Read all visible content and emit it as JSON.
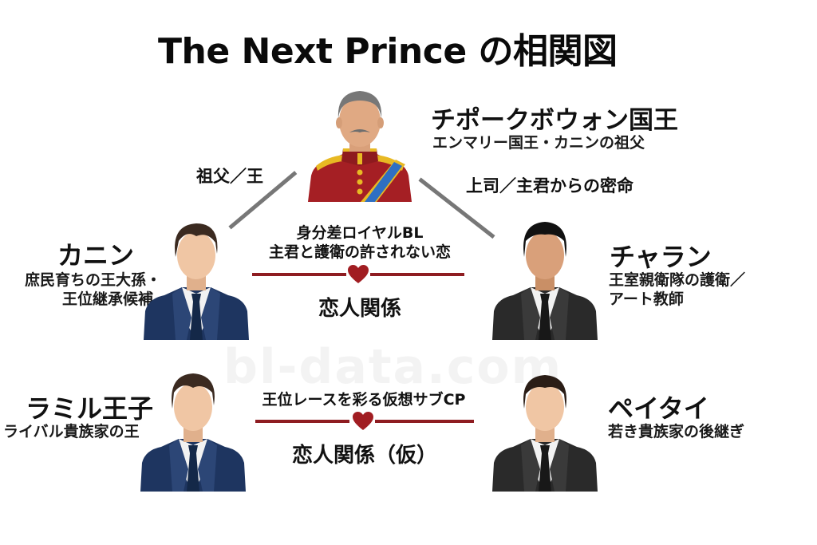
{
  "title": "The Next Prince の相関図",
  "watermark": "bl-data.com",
  "colors": {
    "relation_line": "#8e1c21",
    "heart": "#a11d22",
    "connector": "#777777",
    "navy_suit": "#1e3560",
    "black_suit": "#2a2a2a",
    "king_uniform": "#a51f24",
    "sash": "#2f6fc2",
    "gold_trim": "#e8b923"
  },
  "characters": {
    "king": {
      "name": "チポークボウォン国王",
      "description": "エンマリー国王・カニンの祖父",
      "avatar": "king-avatar"
    },
    "kanin": {
      "name": "カニン",
      "description_lines": [
        "庶民育ちの王大孫・",
        "王位継承候補"
      ],
      "avatar": "navy-suit-avatar"
    },
    "charan": {
      "name": "チャラン",
      "description_lines": [
        "王室親衛隊の護衛／",
        "アート教師"
      ],
      "avatar": "black-suit-avatar"
    },
    "ramil": {
      "name": "ラミル王子",
      "description": "ライバル貴族家の王",
      "avatar": "navy-suit-avatar"
    },
    "peitai": {
      "name": "ペイタイ",
      "description": "若き貴族家の後継ぎ",
      "avatar": "black-suit-avatar"
    }
  },
  "connectors": {
    "king_kanin": "祖父／王",
    "king_charan": "上司／主君からの密命"
  },
  "relations": {
    "main": {
      "subtitle_lines": [
        "身分差ロイヤルBL",
        "主君と護衛の許されない恋"
      ],
      "label": "恋人関係",
      "icon": "heart-icon"
    },
    "sub": {
      "subtitle": "王位レースを彩る仮想サブCP",
      "label": "恋人関係（仮）",
      "icon": "heart-icon"
    }
  }
}
